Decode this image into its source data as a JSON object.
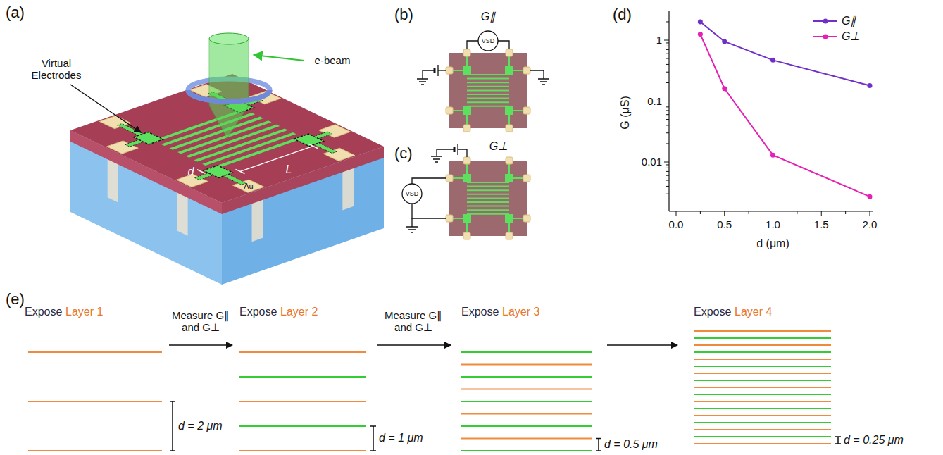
{
  "diagram": {
    "labels": [
      "(a)",
      "Virtual Electrodes",
      "e-beam",
      "d",
      "L",
      "Au",
      "(b)",
      "G∥",
      "VSD",
      "(c)",
      "G⊥",
      "VSD",
      "(d)",
      "1",
      "0.1",
      "0.01",
      "G (μS)",
      "0.0",
      "0.5",
      "1.0",
      "1.5",
      "2.0",
      "d (μm)",
      "(e)",
      "Expose",
      "Layer 1",
      "Measure G∥ and G⊥",
      "Expose",
      "Layer 2",
      "Measure G∥ and G⊥",
      "Expose",
      "Layer 3",
      "Expose",
      "Layer 4",
      "d = 2 μm",
      "d = 1 μm",
      "d = 0.5 μm",
      "d = 0.25 μm"
    ],
    "legend": [
      {
        "text": "G∥"
      },
      {
        "text": "G⊥"
      }
    ]
  }
}
